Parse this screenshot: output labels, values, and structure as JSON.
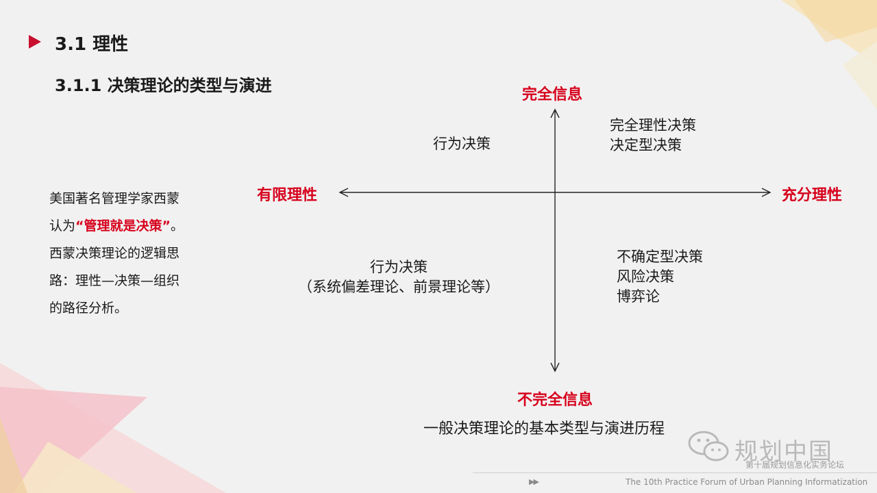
{
  "slide": {
    "section_title": "3.1 理性",
    "subsection_title": "3.1.1 决策理论的类型与演进"
  },
  "sidebar": {
    "line_1": "美国著名管理学家西蒙",
    "line_2_prefix": "认为",
    "line_2_highlight": "“管理就是决策”",
    "line_2_suffix": "。",
    "line_3": "西蒙决策理论的逻辑思",
    "line_4": "路：理性—决策—组织",
    "line_5": "的路径分析。"
  },
  "diagram": {
    "axis_top": "完全信息",
    "axis_bottom": "不完全信息",
    "axis_left": "有限理性",
    "axis_right": "充分理性",
    "quadrant_top_left": [
      "行为决策"
    ],
    "quadrant_top_right": [
      "完全理性决策",
      "决定型决策"
    ],
    "quadrant_bottom_left": [
      "行为决策",
      "（系统偏差理论、前景理论等）"
    ],
    "quadrant_bottom_right": [
      "不确定型决策",
      "风险决策",
      "博弈论"
    ],
    "caption": "一般决策理论的基本类型与演进历程"
  },
  "branding": {
    "logo_text": "规划中国",
    "logo_subtext": "第十届规划信息化实务论坛",
    "footer_arrows": "▶▶",
    "footer_text": "The 10th Practice Forum of  Urban Planning Informatization"
  },
  "colors": {
    "accent_red": "#d6001c",
    "marker_red": "#c8102e",
    "background": "#f2f1f1"
  }
}
